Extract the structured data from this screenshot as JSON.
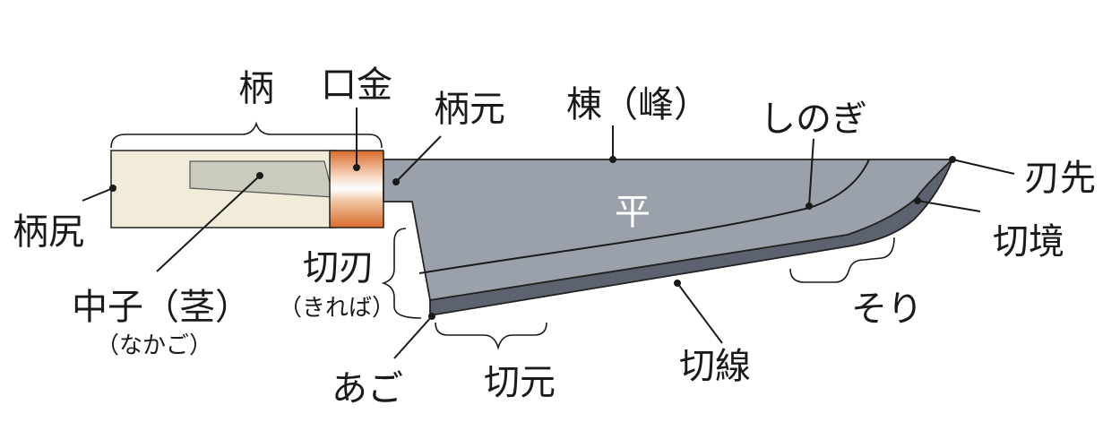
{
  "colors": {
    "handle": "#f1ecd9",
    "tang": "#cbcbbd",
    "ferrule": "#d96b2a",
    "blade_flat": "#9aa1aa",
    "blade_edge": "#5d6270",
    "outline": "#222222"
  },
  "labels": {
    "tsuka": "柄",
    "kuchigane": "口金",
    "tsukamoto": "柄元",
    "mune": "棟（峰）",
    "shinogi": "しのぎ",
    "hasaki": "刃先",
    "tsukajiri": "柄尻",
    "hira": "平",
    "kirizakai": "切境",
    "nakago": "中子（茎）",
    "nakago_reading": "（なかご）",
    "kiriba": "切刃",
    "kiriba_reading": "（きれば）",
    "sori": "そり",
    "ago": "あご",
    "kirimoto": "切元",
    "kirisen": "切線"
  }
}
